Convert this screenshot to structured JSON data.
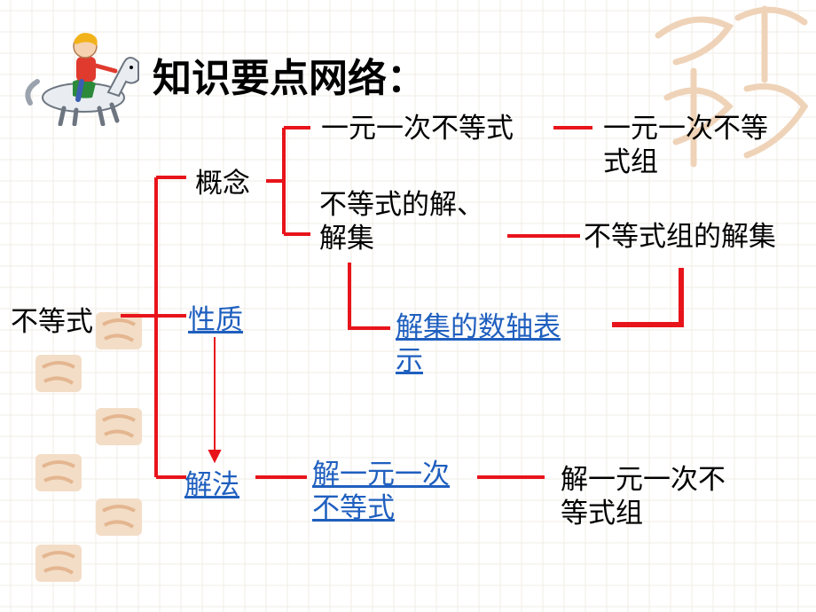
{
  "title": "知识要点网络：",
  "nodes": {
    "root": "不等式",
    "concept": "概念",
    "property": "性质",
    "method": "解法",
    "ineq1": "一元一次不等式",
    "ineq_sys": [
      "一元一次不等",
      "式组"
    ],
    "solution": [
      "不等式的解、",
      "解集"
    ],
    "sys_solution": "不等式组的解集",
    "numberline": [
      "解集的数轴表",
      "示"
    ],
    "solve1": [
      "解一元一次",
      "不等式"
    ],
    "solve_sys": [
      "解一元一次不",
      "等式组"
    ]
  },
  "colors": {
    "line": "#e8141b",
    "link": "#1f5fbf",
    "stamp": "#e9c8a8"
  }
}
